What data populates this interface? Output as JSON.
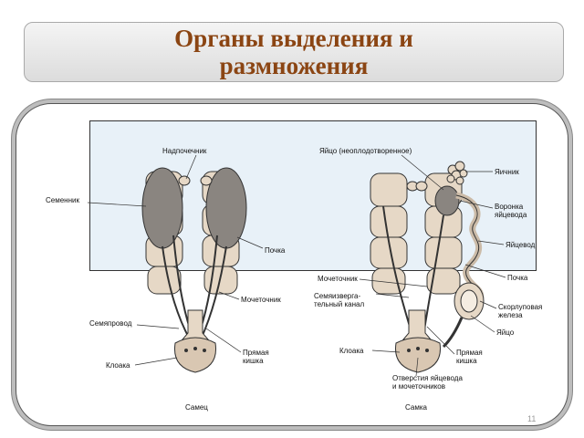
{
  "title": "Органы выделения и размножения",
  "page_number": "11",
  "labels": {
    "male_adrenal": "Надпочечник",
    "male_testis": "Семенник",
    "male_kidney": "Почка",
    "male_ureter": "Мочеточник",
    "male_vas_deferens": "Семяпровод",
    "male_rectum": "Прямая\nкишка",
    "male_cloaca": "Клоака",
    "male_caption": "Самец",
    "female_egg_unfertilized": "Яйцо (неоплодотворенное)",
    "female_ovary": "Яичник",
    "female_funnel": "Воронка\nяйцевода",
    "female_oviduct": "Яйцевод",
    "female_ureter": "Мочеточник",
    "female_kidney": "Почка",
    "female_seminal_canal": "Семяизверга-\nтельный канал",
    "female_shell_gland": "Скорлуповая\nжелеза",
    "female_egg": "Яйцо",
    "female_cloaca": "Клоака",
    "female_rectum": "Прямая\nкишка",
    "female_openings": "Отверстия яйцевода\nи мочеточников",
    "female_caption": "Самка"
  }
}
